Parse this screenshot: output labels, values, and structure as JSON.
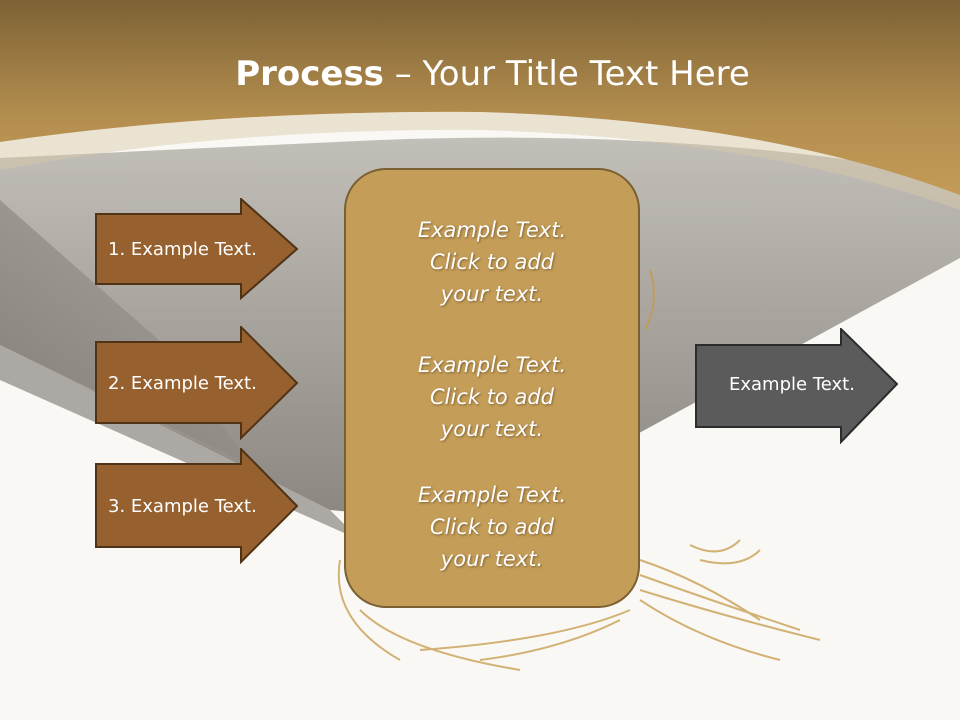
{
  "slide": {
    "title_bold": "Process",
    "title_rest": " – Your Title Text Here",
    "left_arrows": [
      {
        "label": "1. Example Text."
      },
      {
        "label": "2. Example Text."
      },
      {
        "label": "3. Example Text."
      }
    ],
    "center_blocks": [
      {
        "line1": "Example Text.",
        "line2": "Click  to add",
        "line3": "your text."
      },
      {
        "line1": "Example Text.",
        "line2": "Click  to add",
        "line3": "your text."
      },
      {
        "line1": "Example Text.",
        "line2": "Click  to add",
        "line3": "your text."
      }
    ],
    "right_arrow": {
      "label": "Example Text."
    }
  },
  "colors": {
    "header_gold": "#b8914f",
    "left_arrow_fill": "#97602f",
    "center_box_fill": "#c49d58",
    "right_arrow_fill": "#5b5b5b"
  }
}
